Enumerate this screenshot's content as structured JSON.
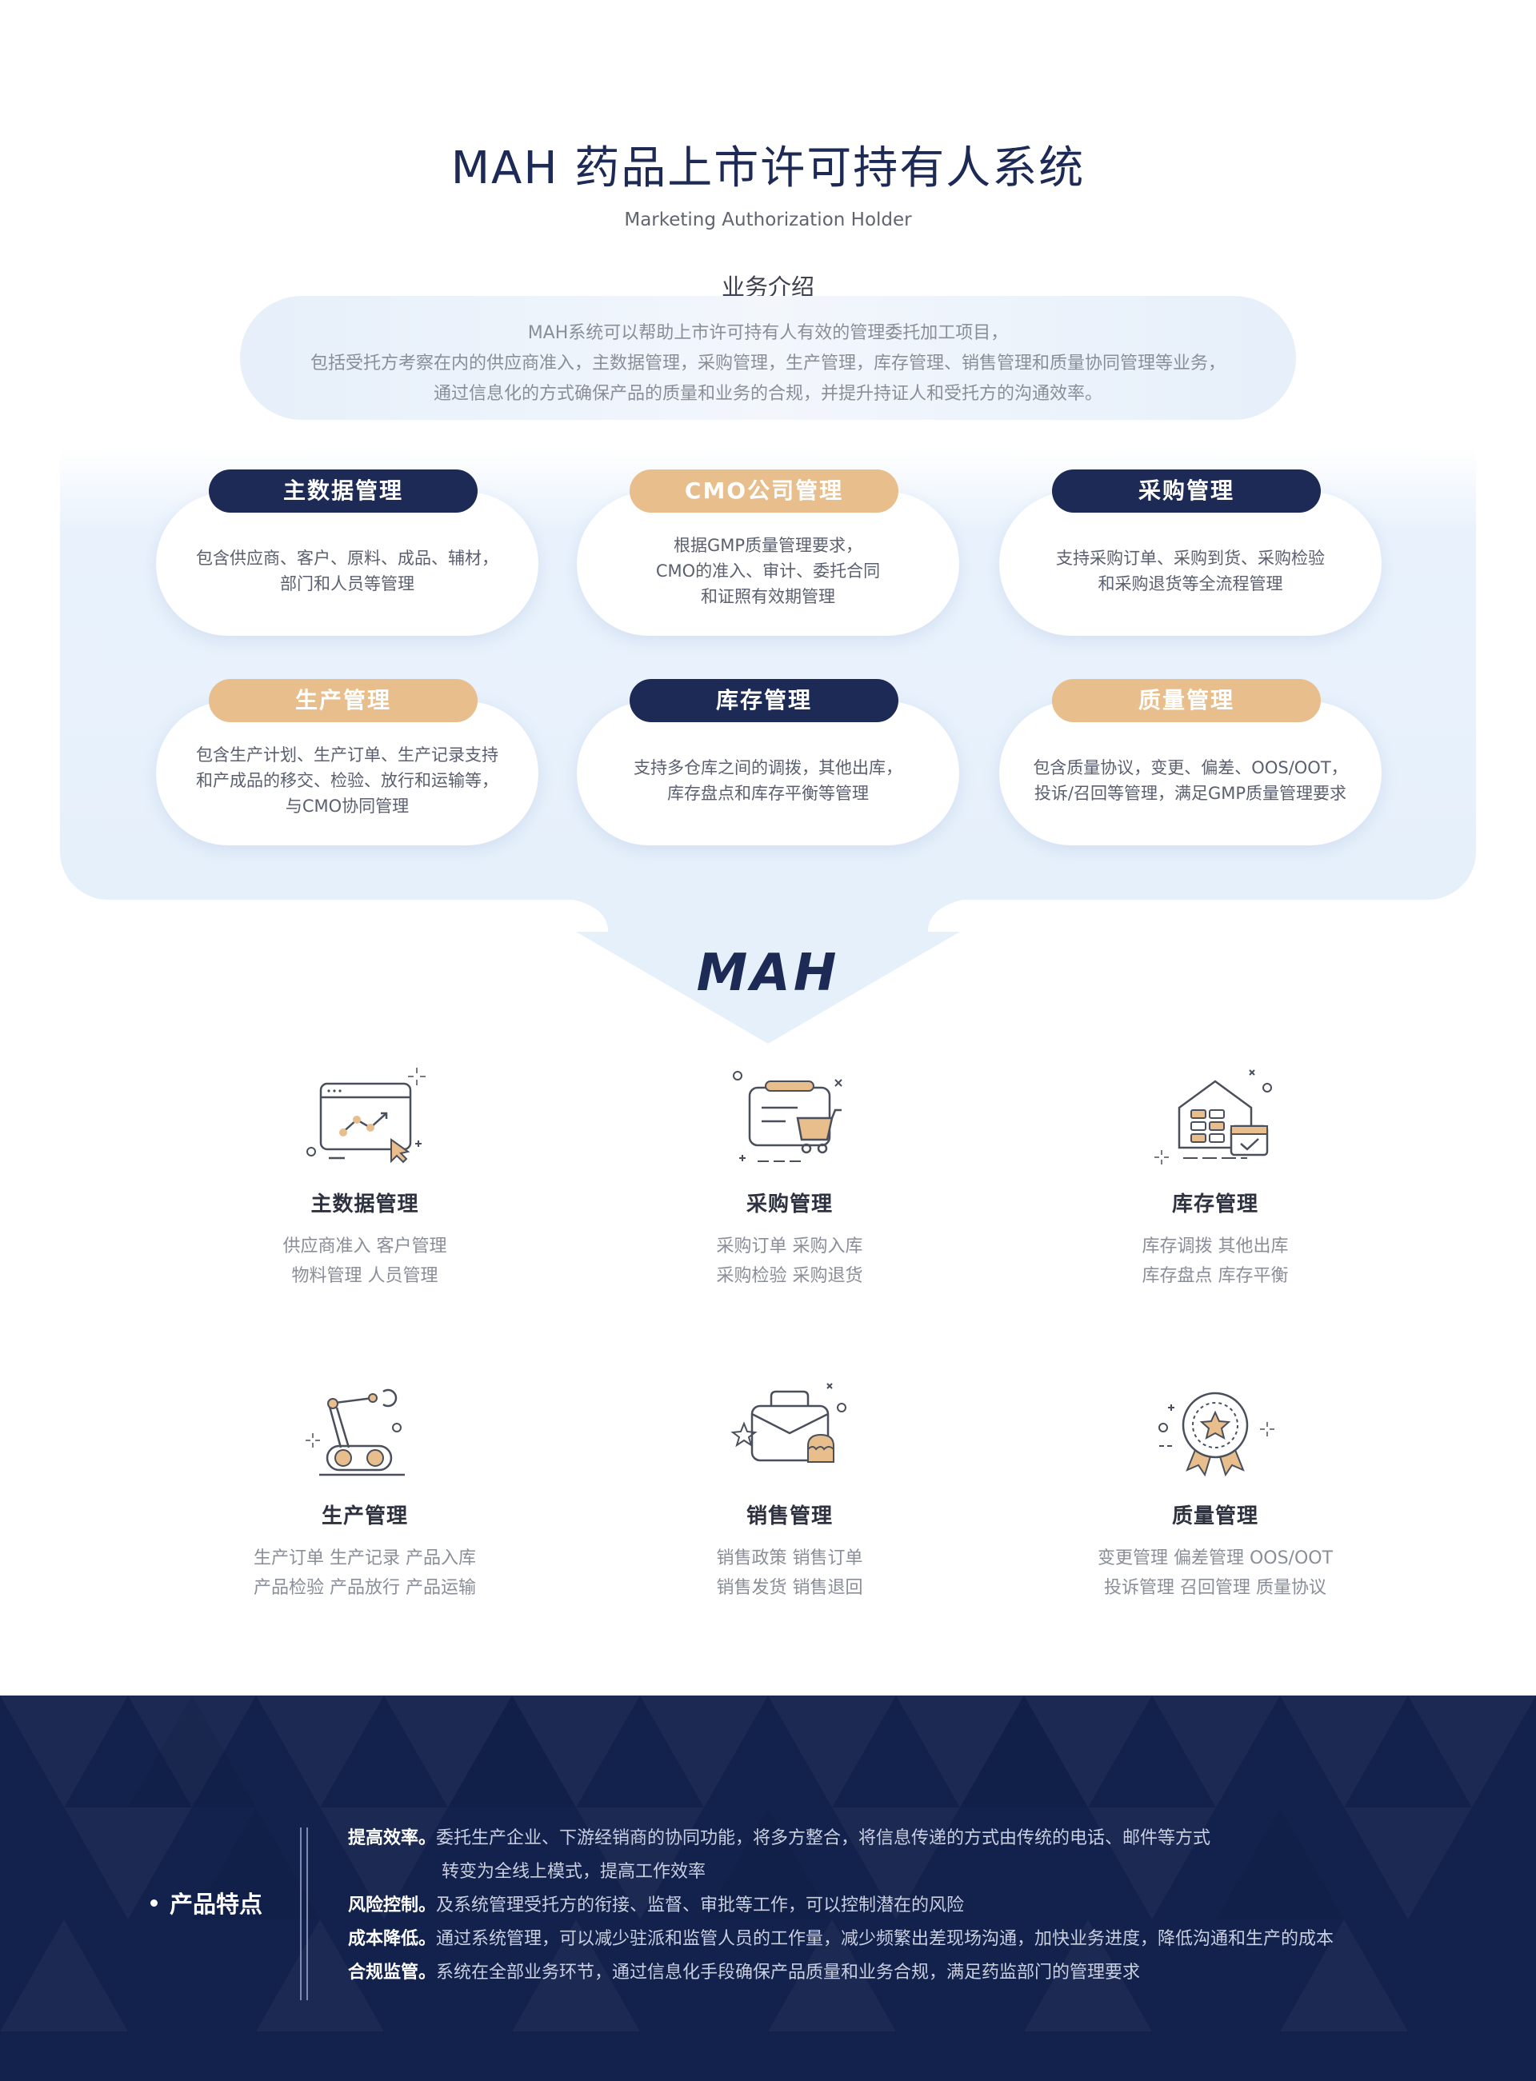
{
  "header": {
    "title": "MAH 药品上市许可持有人系统",
    "subtitle": "Marketing Authorization Holder"
  },
  "intro": {
    "title": "业务介绍",
    "lines": [
      "MAH系统可以帮助上市许可持有人有效的管理委托加工项目，",
      "包括受托方考察在内的供应商准入，主数据管理，采购管理，生产管理，库存管理、销售管理和质量协同管理等业务，",
      "通过信息化的方式确保产品的质量和业务的合规，并提升持证人和受托方的沟通效率。"
    ]
  },
  "modules": [
    {
      "title": "主数据管理",
      "style": "navy",
      "lines": [
        "包含供应商、客户、原料、成品、辅材，",
        "部门和人员等管理"
      ]
    },
    {
      "title": "CMO公司管理",
      "style": "orange",
      "lines": [
        "根据GMP质量管理要求，",
        "CMO的准入、审计、委托合同",
        "和证照有效期管理"
      ]
    },
    {
      "title": "采购管理",
      "style": "navy",
      "lines": [
        "支持采购订单、采购到货、采购检验",
        "和采购退货等全流程管理"
      ]
    },
    {
      "title": "生产管理",
      "style": "orange",
      "lines": [
        "包含生产计划、生产订单、生产记录支持",
        "和产成品的移交、检验、放行和运输等，",
        "与CMO协同管理"
      ]
    },
    {
      "title": "库存管理",
      "style": "navy",
      "lines": [
        "支持多仓库之间的调拨，其他出库，",
        "库存盘点和库存平衡等管理"
      ]
    },
    {
      "title": "质量管理",
      "style": "orange",
      "lines": [
        "包含质量协议，变更、偏差、OOS/OOT，",
        "投诉/召回等管理，满足GMP质量管理要求"
      ]
    }
  ],
  "logo_text": "MAH",
  "features": [
    {
      "icon": "data-chart-window-icon",
      "name": "主数据管理",
      "lines": [
        "供应商准入  客户管理",
        "物料管理  人员管理"
      ]
    },
    {
      "icon": "shopping-cart-icon",
      "name": "采购管理",
      "lines": [
        "采购订单  采购入库",
        "采购检验  采购退货"
      ]
    },
    {
      "icon": "warehouse-icon",
      "name": "库存管理",
      "lines": [
        "库存调拨  其他出库",
        "库存盘点  库存平衡"
      ]
    },
    {
      "icon": "robot-arm-icon",
      "name": "生产管理",
      "lines": [
        "生产订单  生产记录  产品入库",
        "产品检验  产品放行  产品运输"
      ]
    },
    {
      "icon": "sales-bag-icon",
      "name": "销售管理",
      "lines": [
        "销售政策  销售订单",
        "销售发货  销售退回"
      ]
    },
    {
      "icon": "quality-medal-icon",
      "name": "质量管理",
      "lines": [
        "变更管理  偏差管理  OOS/OOT",
        "投诉管理  召回管理  质量协议"
      ]
    }
  ],
  "footer": {
    "label": "产品特点",
    "items": [
      {
        "key": "提高效率。",
        "text": "委托生产企业、下游经销商的协同功能，将多方整合，将信息传递的方式由传统的电话、邮件等方式"
      },
      {
        "key": "",
        "text": "转变为全线上模式，提高工作效率"
      },
      {
        "key": "风险控制。",
        "text": "及系统管理受托方的衔接、监督、审批等工作，可以控制潜在的风险"
      },
      {
        "key": "成本降低。",
        "text": "通过系统管理，可以减少驻派和监管人员的工作量，减少频繁出差现场沟通，加快业务进度，降低沟通和生产的成本"
      },
      {
        "key": "合规监管。",
        "text": "系统在全部业务环节，通过信息化手段确保产品质量和业务合规，满足药监部门的管理要求"
      }
    ]
  },
  "colors": {
    "navy": "#1c2a55",
    "orange": "#e8be8c",
    "light_blue": "#e6f0fb"
  }
}
